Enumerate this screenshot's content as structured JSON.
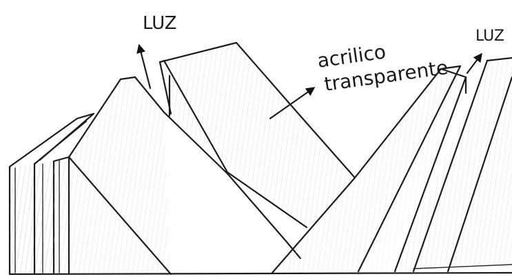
{
  "labels": {
    "luz_left": "LUZ",
    "luz_right": "LUZ",
    "material_line1": "acrilico",
    "material_line2": "transparente"
  }
}
